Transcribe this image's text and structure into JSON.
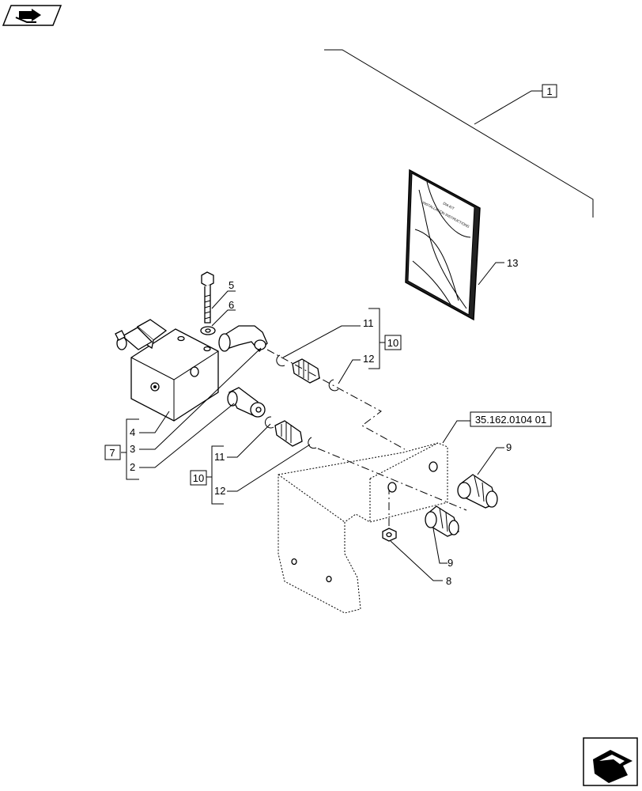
{
  "labels": {
    "kit": "1",
    "item_2": "2",
    "item_3": "3",
    "item_4": "4",
    "item_5": "5",
    "item_6": "6",
    "group_7": "7",
    "item_8": "8",
    "item_9_top": "9",
    "item_9_bottom": "9",
    "group_10_top": "10",
    "group_10_bottom": "10",
    "item_11_top": "11",
    "item_11_bottom": "11",
    "item_12_top": "12",
    "item_12_bottom": "12",
    "item_13": "13",
    "reference": "35.162.0104 01"
  },
  "booklet": {
    "title_line1": "DIA KIT",
    "title_line2": "INSTALLATION INSTRUCTIONS"
  },
  "icons": {
    "top_left": "previous-page-arrow-icon",
    "bottom_right": "next-page-arrow-icon"
  }
}
